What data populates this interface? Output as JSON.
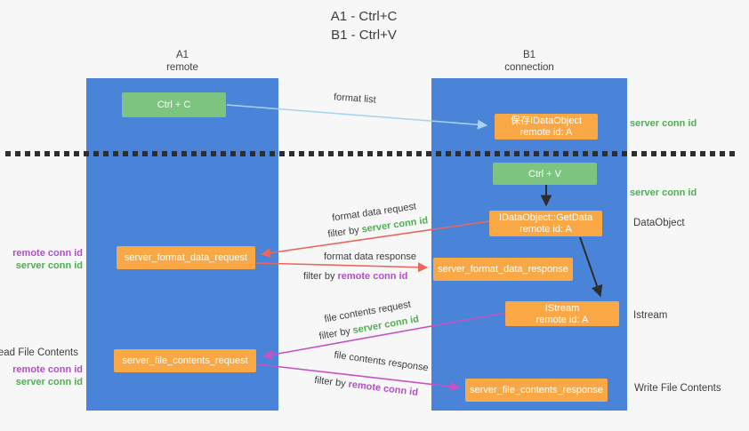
{
  "title": {
    "line1": "A1 - Ctrl+C",
    "line2": "B1 - Ctrl+V"
  },
  "columns": {
    "left": {
      "name": "A1",
      "role": "remote"
    },
    "right": {
      "name": "B1",
      "role": "connection"
    }
  },
  "boxes": {
    "ctrl_c": "Ctrl + C",
    "ctrl_v": "Ctrl + V",
    "save_dataobject": {
      "line1": "保存IDataObject",
      "line2": "remote id: A"
    },
    "getdata": {
      "line1": "IDataObject::GetData",
      "line2": "remote id: A"
    },
    "istream": {
      "line1": "IStream",
      "line2": "remote id: A"
    },
    "format_request": "server_format_data_request",
    "format_response": "server_format_data_response",
    "file_request": "server_file_contents_request",
    "file_response": "server_file_contents_response"
  },
  "arrow_labels": {
    "format_list": "format list",
    "format_data_request": "format data request",
    "format_data_response": "format data response",
    "file_contents_request": "file contents request",
    "file_contents_response": "file contents response",
    "filter_by": "filter by",
    "server_conn_id": "server conn id",
    "remote_conn_id": "remote conn id"
  },
  "side_labels": {
    "left": {
      "remote_conn_id_mid": "remote conn id",
      "server_conn_id_mid": "server conn id",
      "read_file_contents": "Read File Contents",
      "remote_conn_id_bottom": "remote conn id",
      "server_conn_id_bottom": "server conn id"
    },
    "right": {
      "server_conn_id_top": "server conn id",
      "server_conn_id_mid": "server conn id",
      "dataobject": "DataObject",
      "istream": "Istream",
      "write_file_contents": "Write File Contents"
    }
  },
  "colors": {
    "background": "#f7f7f7",
    "column_blue": "#4a84d8",
    "box_green": "#7cc47f",
    "box_orange": "#f9a845",
    "arrow_light_blue": "#a8d3ee",
    "arrow_red": "#e8685e",
    "arrow_magenta": "#c553c5",
    "arrow_black": "#2d2d2d",
    "label_green": "#4caf50",
    "label_purple": "#b14fc6",
    "text_dark": "#3d3d3d"
  }
}
